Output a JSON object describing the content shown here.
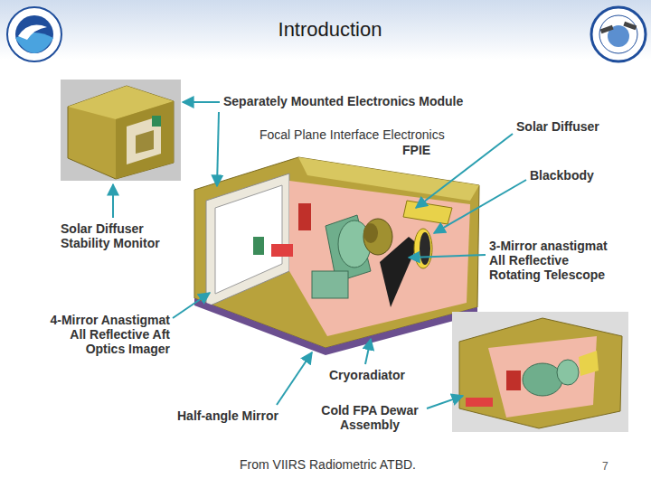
{
  "diagram": {
    "title": "Introduction",
    "caption": "From VIIRS Radiometric ATBD.",
    "labels": [
      "Separately Mounted Electronics Module",
      "Focal Plane Interface Electronics",
      "FPIE",
      "Solar Diffuser",
      "Blackbody",
      "Solar Diffuser Stability Monitor",
      "3-Mirror anastigmat All Reflective Rotating Telescope",
      "4-Mirror Anastigmat All Reflective Aft Optics Imager",
      "Cryoradiator",
      "Half-angle Mirror",
      "Cold FPA Dewar Assembly",
      "7"
    ]
  }
}
